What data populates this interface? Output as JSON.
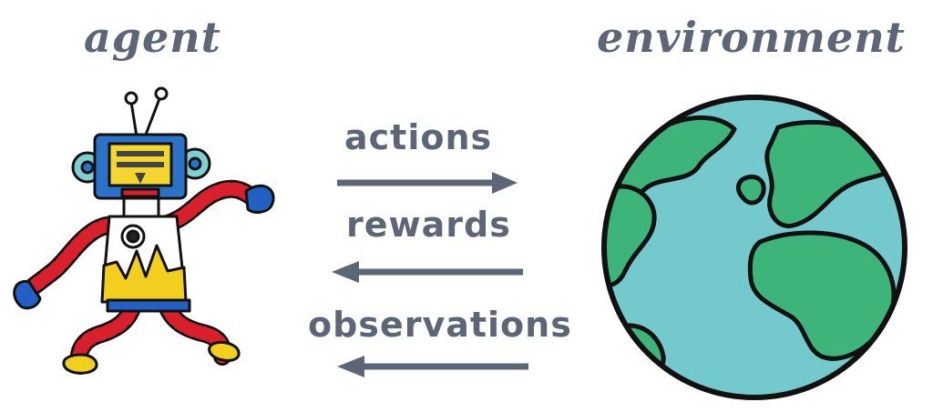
{
  "agent": {
    "title": "agent"
  },
  "environment": {
    "title": "environment"
  },
  "flows": {
    "actions": "actions",
    "rewards": "rewards",
    "observations": "observations"
  },
  "colors": {
    "text": "#5c6676",
    "arrow": "#5c6676",
    "ocean": "#74c9cc",
    "land": "#3db57a",
    "robot_head": "#2a73c9",
    "robot_screen": "#f3d630",
    "stripe_red": "#d8202c",
    "robot_yellow": "#f2cf1e",
    "robot_blue": "#2260c4"
  }
}
